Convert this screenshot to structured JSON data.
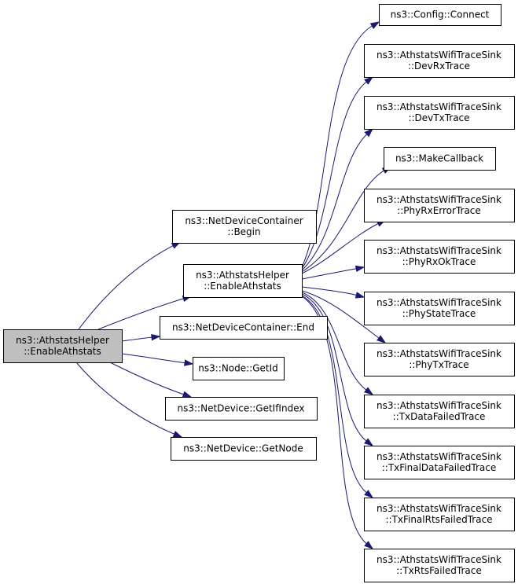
{
  "colors": {
    "edge": "#191970",
    "root_fill": "#bfbfbf",
    "node_fill": "#ffffff",
    "border": "#000000"
  },
  "nodes": [
    {
      "id": "root",
      "lines": [
        "ns3::AthstatsHelper",
        "::EnableAthstats"
      ]
    },
    {
      "id": "ndc-begin",
      "lines": [
        "ns3::NetDeviceContainer",
        "::Begin"
      ]
    },
    {
      "id": "helper-enable",
      "lines": [
        "ns3::AthstatsHelper",
        "::EnableAthstats"
      ]
    },
    {
      "id": "ndc-end",
      "lines": [
        "ns3::NetDeviceContainer::End"
      ]
    },
    {
      "id": "node-getid",
      "lines": [
        "ns3::Node::GetId"
      ]
    },
    {
      "id": "nd-getifindex",
      "lines": [
        "ns3::NetDevice::GetIfIndex"
      ]
    },
    {
      "id": "nd-getnode",
      "lines": [
        "ns3::NetDevice::GetNode"
      ]
    },
    {
      "id": "config-connect",
      "lines": [
        "ns3::Config::Connect"
      ]
    },
    {
      "id": "devrx",
      "lines": [
        "ns3::AthstatsWifiTraceSink",
        "::DevRxTrace"
      ]
    },
    {
      "id": "devtx",
      "lines": [
        "ns3::AthstatsWifiTraceSink",
        "::DevTxTrace"
      ]
    },
    {
      "id": "makecallback",
      "lines": [
        "ns3::MakeCallback"
      ]
    },
    {
      "id": "phyrxerror",
      "lines": [
        "ns3::AthstatsWifiTraceSink",
        "::PhyRxErrorTrace"
      ]
    },
    {
      "id": "phyrxok",
      "lines": [
        "ns3::AthstatsWifiTraceSink",
        "::PhyRxOkTrace"
      ]
    },
    {
      "id": "phystate",
      "lines": [
        "ns3::AthstatsWifiTraceSink",
        "::PhyStateTrace"
      ]
    },
    {
      "id": "phytx",
      "lines": [
        "ns3::AthstatsWifiTraceSink",
        "::PhyTxTrace"
      ]
    },
    {
      "id": "txdatafailed",
      "lines": [
        "ns3::AthstatsWifiTraceSink",
        "::TxDataFailedTrace"
      ]
    },
    {
      "id": "txfinaldatafailed",
      "lines": [
        "ns3::AthstatsWifiTraceSink",
        "::TxFinalDataFailedTrace"
      ]
    },
    {
      "id": "txfinalrtsfailed",
      "lines": [
        "ns3::AthstatsWifiTraceSink",
        "::TxFinalRtsFailedTrace"
      ]
    },
    {
      "id": "txrtsfailed",
      "lines": [
        "ns3::AthstatsWifiTraceSink",
        "::TxRtsFailedTrace"
      ]
    }
  ],
  "edges": [
    [
      "root",
      "ndc-begin"
    ],
    [
      "root",
      "helper-enable"
    ],
    [
      "root",
      "ndc-end"
    ],
    [
      "root",
      "node-getid"
    ],
    [
      "root",
      "nd-getifindex"
    ],
    [
      "root",
      "nd-getnode"
    ],
    [
      "helper-enable",
      "config-connect"
    ],
    [
      "helper-enable",
      "devrx"
    ],
    [
      "helper-enable",
      "devtx"
    ],
    [
      "helper-enable",
      "makecallback"
    ],
    [
      "helper-enable",
      "phyrxerror"
    ],
    [
      "helper-enable",
      "phyrxok"
    ],
    [
      "helper-enable",
      "phystate"
    ],
    [
      "helper-enable",
      "phytx"
    ],
    [
      "helper-enable",
      "txdatafailed"
    ],
    [
      "helper-enable",
      "txfinaldatafailed"
    ],
    [
      "helper-enable",
      "txfinalrtsfailed"
    ],
    [
      "helper-enable",
      "txrtsfailed"
    ]
  ]
}
